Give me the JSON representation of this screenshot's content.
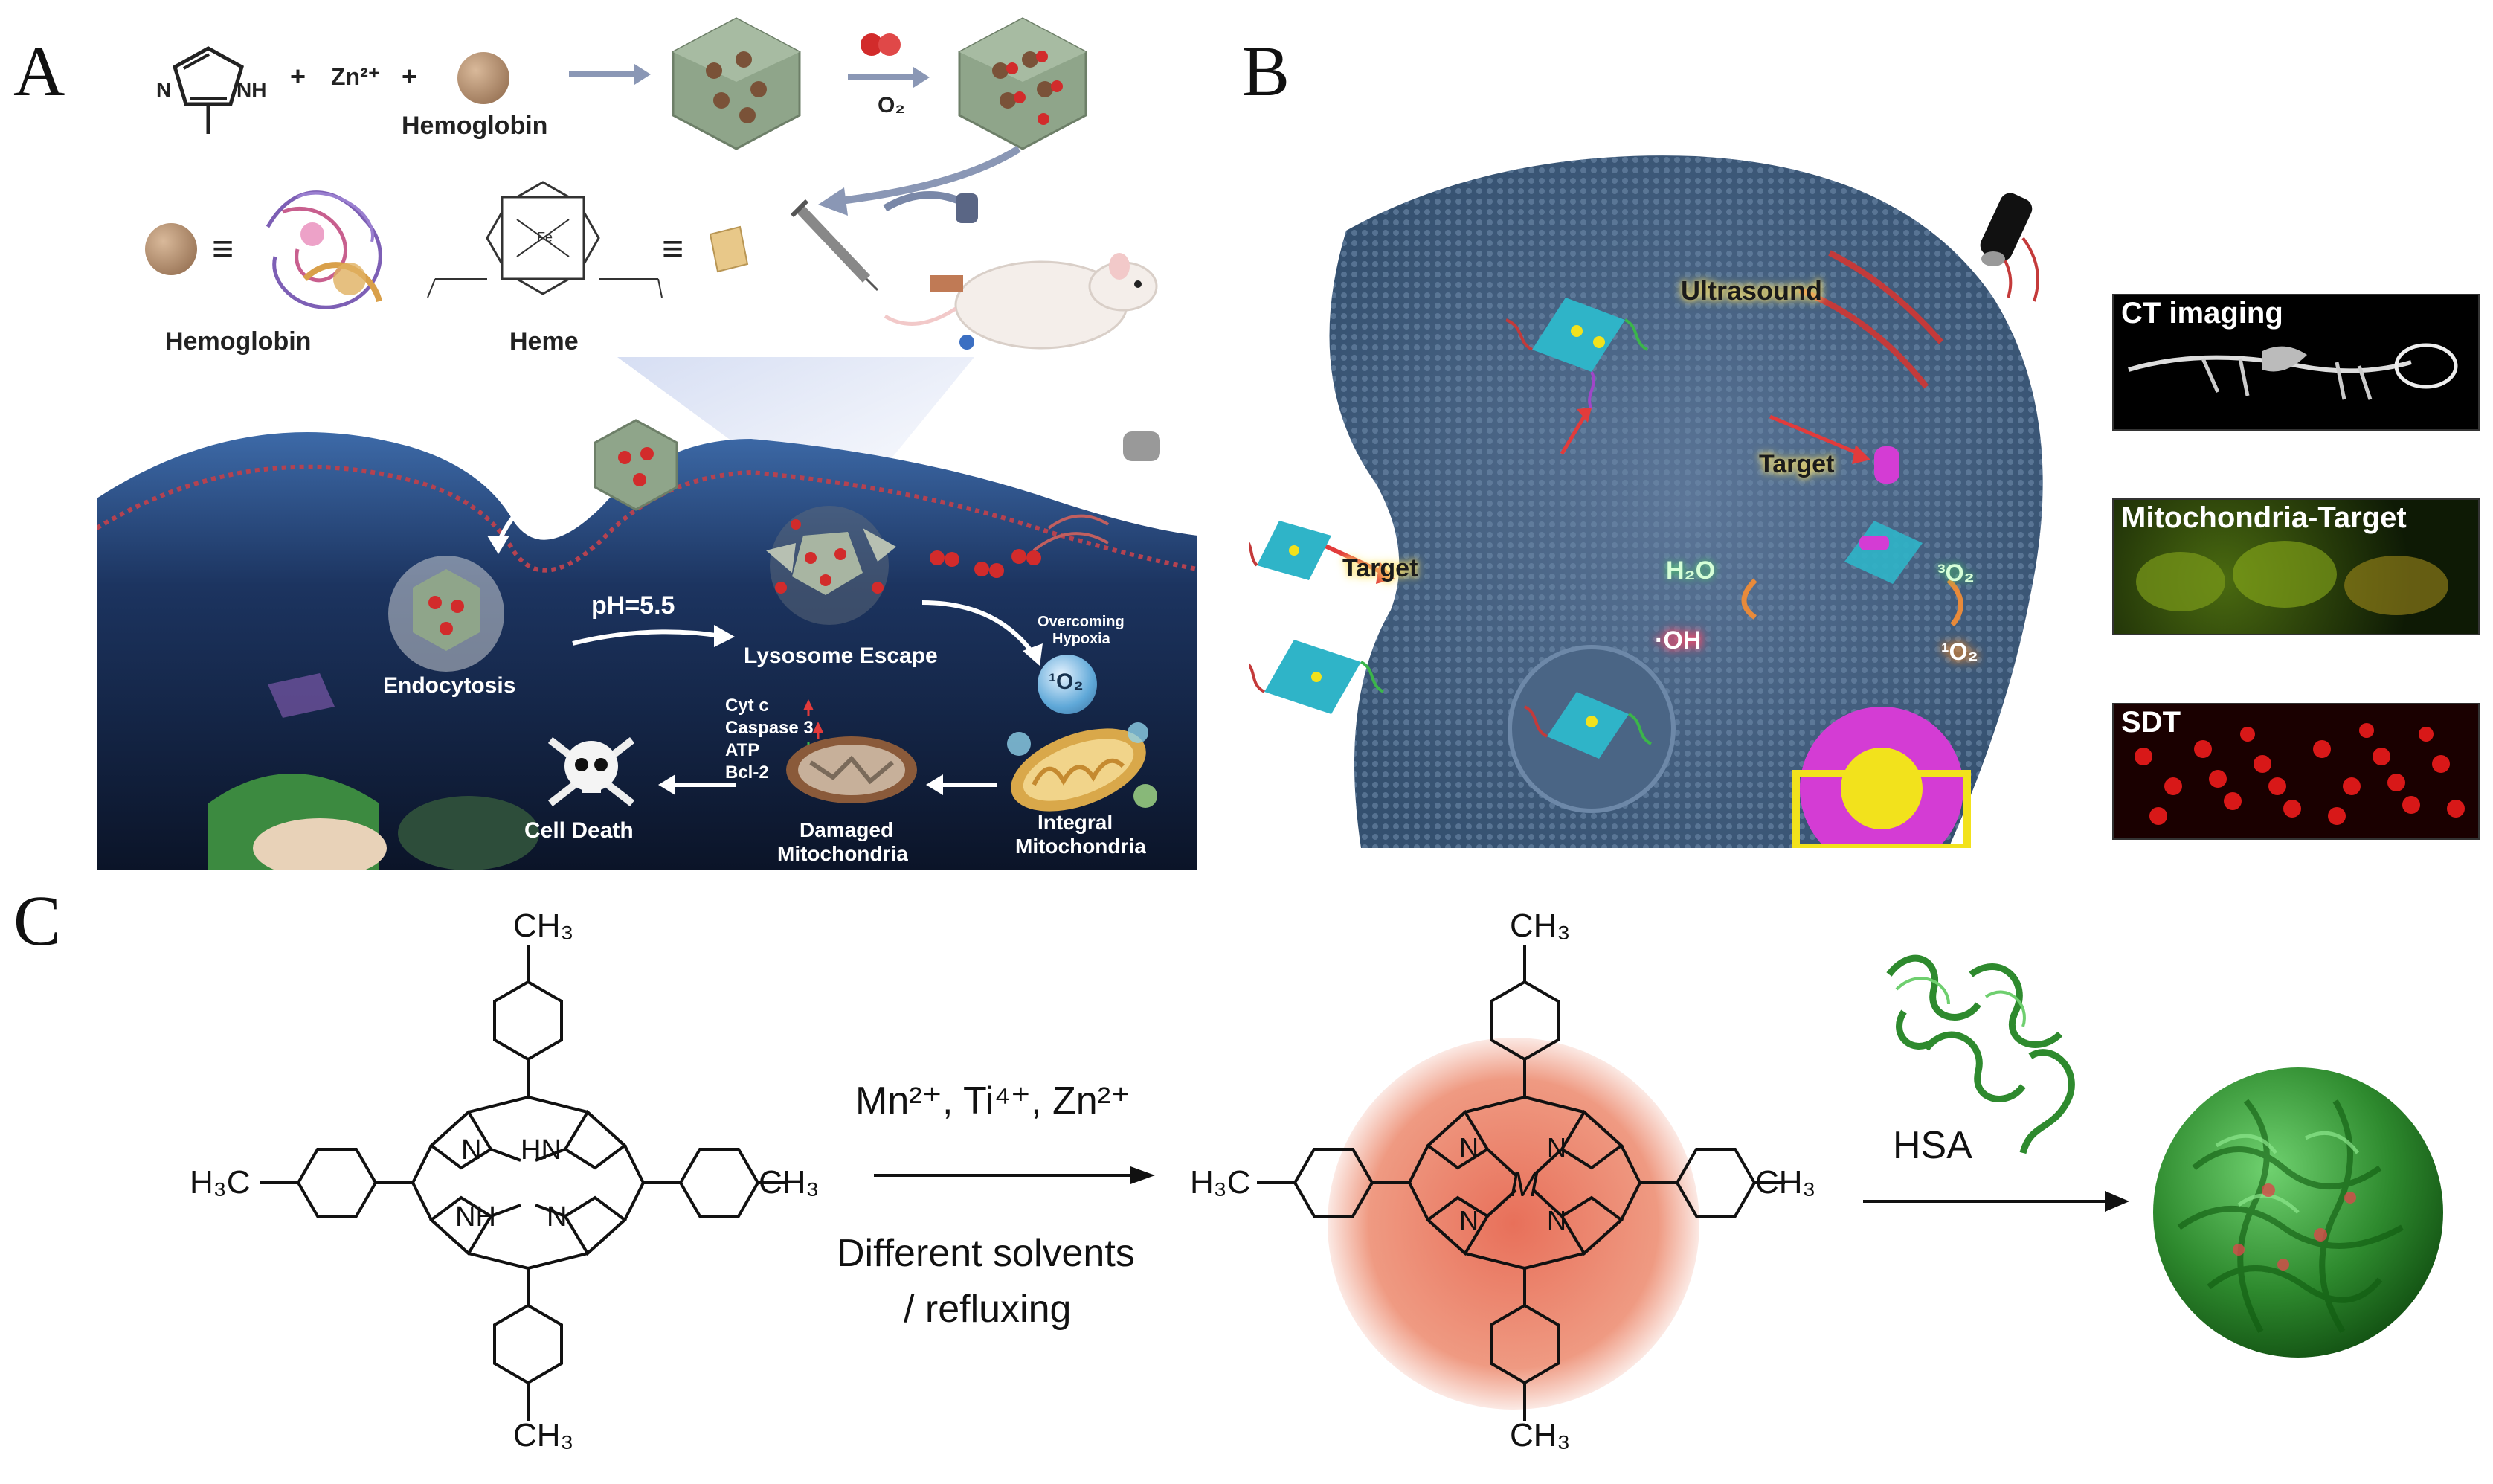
{
  "panelA": {
    "letter": "A",
    "reagent_plus1": "+",
    "reagent_zn": "Zn²⁺",
    "reagent_plus2": "+",
    "hemoglobin_top": "Hemoglobin",
    "o2": "O₂",
    "hemoglobin_bottom": "Hemoglobin",
    "heme": "Heme",
    "equiv1": "≡",
    "equiv2": "≡",
    "nh_label": "NH",
    "n_label": "N",
    "ph": "pH=5.5",
    "endocytosis": "Endocytosis",
    "lysosome_escape": "Lysosome Escape",
    "overcoming_hypoxia_1": "Overcoming",
    "overcoming_hypoxia_2": "Hypoxia",
    "singlet_o2": "¹O₂",
    "cyt_c": "Cyt c",
    "caspase3": "Caspase 3",
    "atp": "ATP",
    "bcl2": "Bcl-2",
    "cell_death": "Cell Death",
    "damaged_mito_1": "Damaged",
    "damaged_mito_2": "Mitochondria",
    "integral_mito_1": "Integral",
    "integral_mito_2": "Mitochondria",
    "colors": {
      "membrane": "#2c4a78",
      "dark_bg": "#0f1c33",
      "green_nano": "#8fa58a",
      "red": "#d22b2b"
    }
  },
  "panelB": {
    "letter": "B",
    "ultrasound": "Ultrasound",
    "target_1": "Target",
    "target_2": "Target",
    "h2o": "H₂O",
    "oh": "·OH",
    "singlet_o2_a": "¹O₂",
    "singlet_o2_b": "³O₂",
    "tiles": [
      "CT imaging",
      "Mitochondria-Target",
      "SDT"
    ],
    "colors": {
      "cell": "#4a6585",
      "magenta": "#d43cd4",
      "yellow": "#f2e21c",
      "cyan": "#2fb4c8"
    }
  },
  "panelC": {
    "letter": "C",
    "ch3_top_left": "CH₃",
    "ch3_bottom_left": "CH₃",
    "h3c_left": "H₃C",
    "ch3_right_left": "CH₃",
    "n1": "N",
    "hn": "HN",
    "nh": "NH",
    "n2": "N",
    "reaction_conditions": "Mn²⁺, Ti⁴⁺, Zn²⁺",
    "solvents_1": "Different solvents",
    "solvents_2": "/ refluxing",
    "ch3_top_mid": "CH₃",
    "ch3_bottom_mid": "CH₃",
    "h3c_mid": "H₃C",
    "ch3_right_mid": "CH₃",
    "metal": "M",
    "n_mid": [
      "N",
      "N",
      "N",
      "N"
    ],
    "hsa": "HSA",
    "colors": {
      "glow": "#e8705a",
      "green": "#2e8a2e"
    }
  }
}
